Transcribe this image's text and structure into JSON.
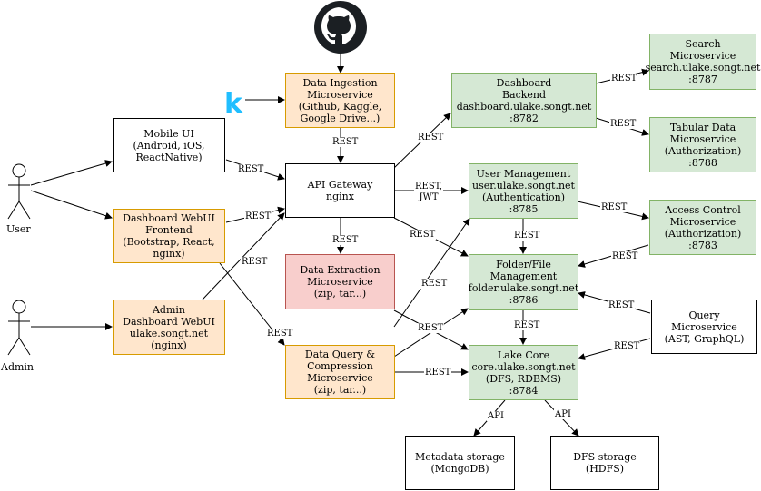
{
  "nodes": {
    "data_ingestion": {
      "lines": [
        "Data Ingestion",
        "Microservice",
        "(Github, Kaggle,",
        "Google Drive...)"
      ]
    },
    "mobile_ui": {
      "lines": [
        "Mobile UI",
        "(Android, iOS,",
        "ReactNative)"
      ]
    },
    "api_gateway": {
      "lines": [
        "API Gateway",
        "nginx"
      ]
    },
    "dashboard_webui": {
      "lines": [
        "Dashboard WebUI",
        "Frontend",
        "(Bootstrap, React,",
        "nginx)"
      ]
    },
    "admin_dashboard": {
      "lines": [
        "Admin",
        "Dashboard WebUI",
        "ulake.songt.net",
        "(nginx)"
      ]
    },
    "data_extraction": {
      "lines": [
        "Data Extraction",
        "Microservice",
        "(zip, tar...)"
      ]
    },
    "data_query": {
      "lines": [
        "Data Query &",
        "Compression",
        "Microservice",
        "(zip, tar...)"
      ]
    },
    "dashboard_backend": {
      "lines": [
        "Dashboard",
        "Backend",
        "dashboard.ulake.songt.net",
        ":8782"
      ]
    },
    "user_management": {
      "lines": [
        "User Management",
        "user.ulake.songt.net",
        "(Authentication)",
        ":8785"
      ]
    },
    "folder_file": {
      "lines": [
        "Folder/File",
        "Management",
        "folder.ulake.songt.net",
        ":8786"
      ]
    },
    "lake_core": {
      "lines": [
        "Lake Core",
        "core.ulake.songt.net",
        "(DFS, RDBMS)",
        ":8784"
      ]
    },
    "search": {
      "lines": [
        "Search",
        "Microservice",
        "search.ulake.songt.net",
        ":8787"
      ]
    },
    "tabular": {
      "lines": [
        "Tabular Data",
        "Microservice",
        "(Authorization)",
        ":8788"
      ]
    },
    "access_control": {
      "lines": [
        "Access Control",
        "Microservice",
        "(Authorization)",
        ":8783"
      ]
    },
    "query_ms": {
      "lines": [
        "Query",
        "Microservice",
        "(AST, GraphQL)"
      ]
    },
    "metadata": {
      "lines": [
        "Metadata storage",
        "(MongoDB)"
      ]
    },
    "dfs": {
      "lines": [
        "DFS storage",
        "(HDFS)"
      ]
    }
  },
  "actors": {
    "user": "User",
    "admin": "Admin"
  },
  "edge_labels": {
    "rest": "REST",
    "rest_jwt_1": "REST,",
    "rest_jwt_2": "JWT",
    "api": "API"
  },
  "icons": {
    "github": "github-icon",
    "kaggle": "kaggle-icon",
    "kaggle_glyph": "k"
  },
  "colors": {
    "orange_fill": "#ffe6cc",
    "orange_stroke": "#d79b00",
    "green_fill": "#d5e8d4",
    "green_stroke": "#82b366",
    "red_fill": "#f8cecc",
    "red_stroke": "#b85450",
    "kaggle_blue": "#20beff"
  }
}
